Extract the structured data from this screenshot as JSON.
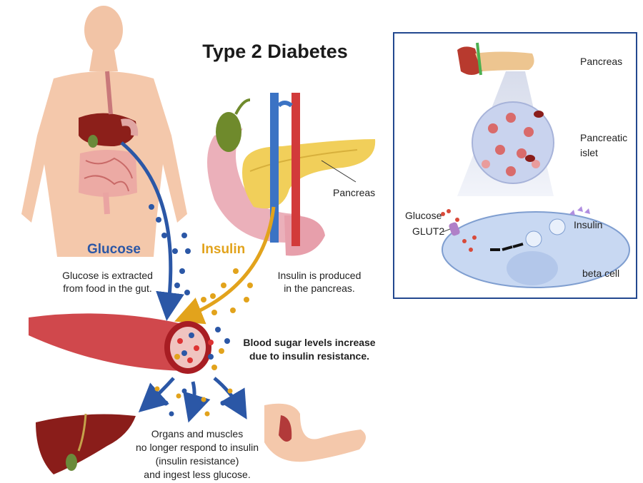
{
  "title": "Type 2 Diabetes",
  "labels": {
    "glucose": "Glucose",
    "insulin": "Insulin",
    "glucose_desc": [
      "Glucose is extracted",
      "from food in the gut."
    ],
    "insulin_desc": [
      "Insulin is produced",
      "in the pancreas."
    ],
    "pancreas": "Pancreas",
    "blood_sugar": [
      "Blood sugar levels increase",
      "due to insulin resistance."
    ],
    "organs": [
      "Organs and muscles",
      "no longer respond to insulin",
      "(insulin resistance)",
      "and ingest less glucose."
    ]
  },
  "inset": {
    "pancreas": "Pancreas",
    "islet": [
      "Pancreatic",
      "islet"
    ],
    "glucose": "Glucose",
    "glut2": "GLUT2",
    "insulin": "Insulin",
    "beta_cell": "beta cell"
  },
  "colors": {
    "glucose": "#2b57a6",
    "insulin": "#e2a31c",
    "vessel": "#c8282d",
    "inset_border": "#23488f",
    "skin": "#f4c8ab"
  }
}
